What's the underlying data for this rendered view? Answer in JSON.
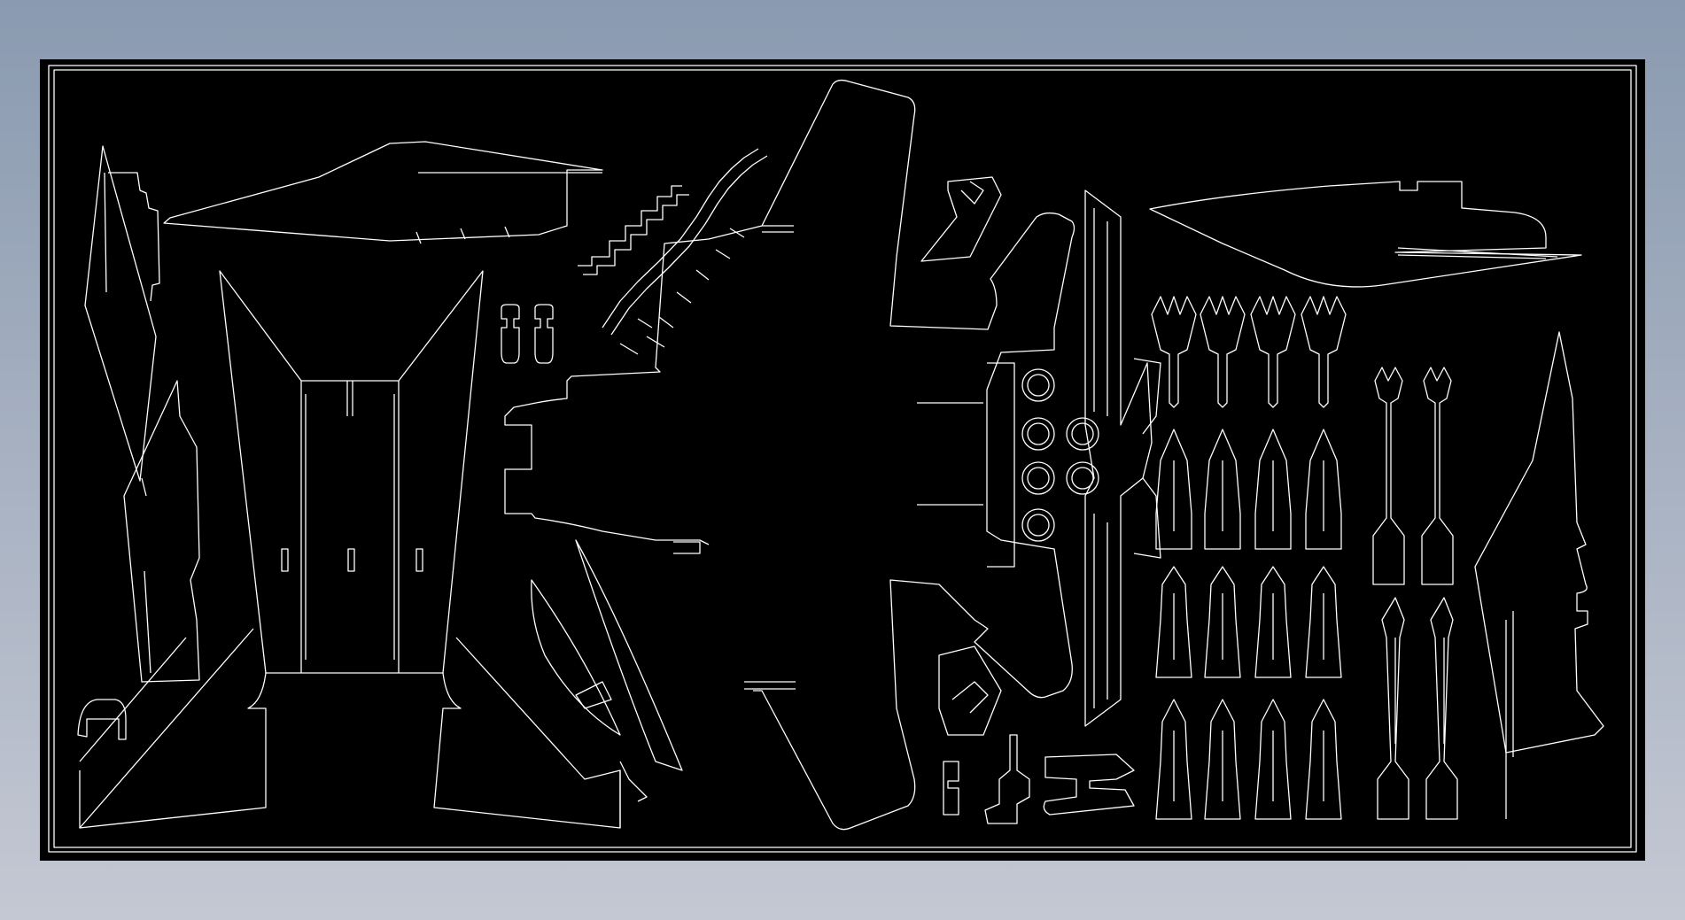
{
  "viewport": {
    "background_top": "#8a9ab0",
    "background_bottom": "#c4c8d3",
    "sheet_fill": "#000000",
    "line_color": "#ffffff",
    "accent_line_color": "#d8e86a"
  },
  "drawing": {
    "parts": [
      "fuselage-side-left",
      "dorsal-spine-left",
      "clip-ladder-parts",
      "small-clip-pair",
      "center-fuselage-panel",
      "main-wing-plate",
      "canopy-blade-parts",
      "engine-nozzle-rings",
      "vertical-fin-strips",
      "dorsal-spine-right",
      "missile-parts",
      "small-brackets",
      "fuselage-side-right"
    ]
  }
}
